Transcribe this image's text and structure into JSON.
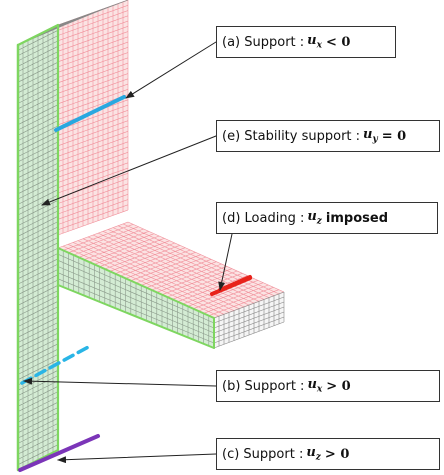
{
  "callouts": {
    "a": {
      "label": "(a) Support : ",
      "sym": "u",
      "sub": "x",
      "rhs": "< 0",
      "extra": ""
    },
    "e": {
      "label": "(e) Stability support : ",
      "sym": "u",
      "sub": "y",
      "rhs": "= 0",
      "extra": ""
    },
    "d": {
      "label": "(d) Loading  : ",
      "sym": "u",
      "sub": "z",
      "rhs": "",
      "extra": "imposed"
    },
    "b": {
      "label": "(b) Support : ",
      "sym": "u",
      "sub": "x",
      "rhs": "> 0",
      "extra": ""
    },
    "c": {
      "label": "(c) Support : ",
      "sym": "u",
      "sub": "z",
      "rhs": "> 0",
      "extra": ""
    }
  },
  "colors": {
    "front_face": "#d4ecd4",
    "mesh_front": "#8a9a8a",
    "side_face": "#fbe3e3",
    "mesh_side": "#f18f9a",
    "top_face": "#f5f5f5",
    "mesh_top": "#888888",
    "edge_green": "#7ed660",
    "support_a": "#29a8e0",
    "support_b": "#29b5e6",
    "loading_d": "#e8221a",
    "support_c": "#7b35b8",
    "arrow": "#222222"
  }
}
